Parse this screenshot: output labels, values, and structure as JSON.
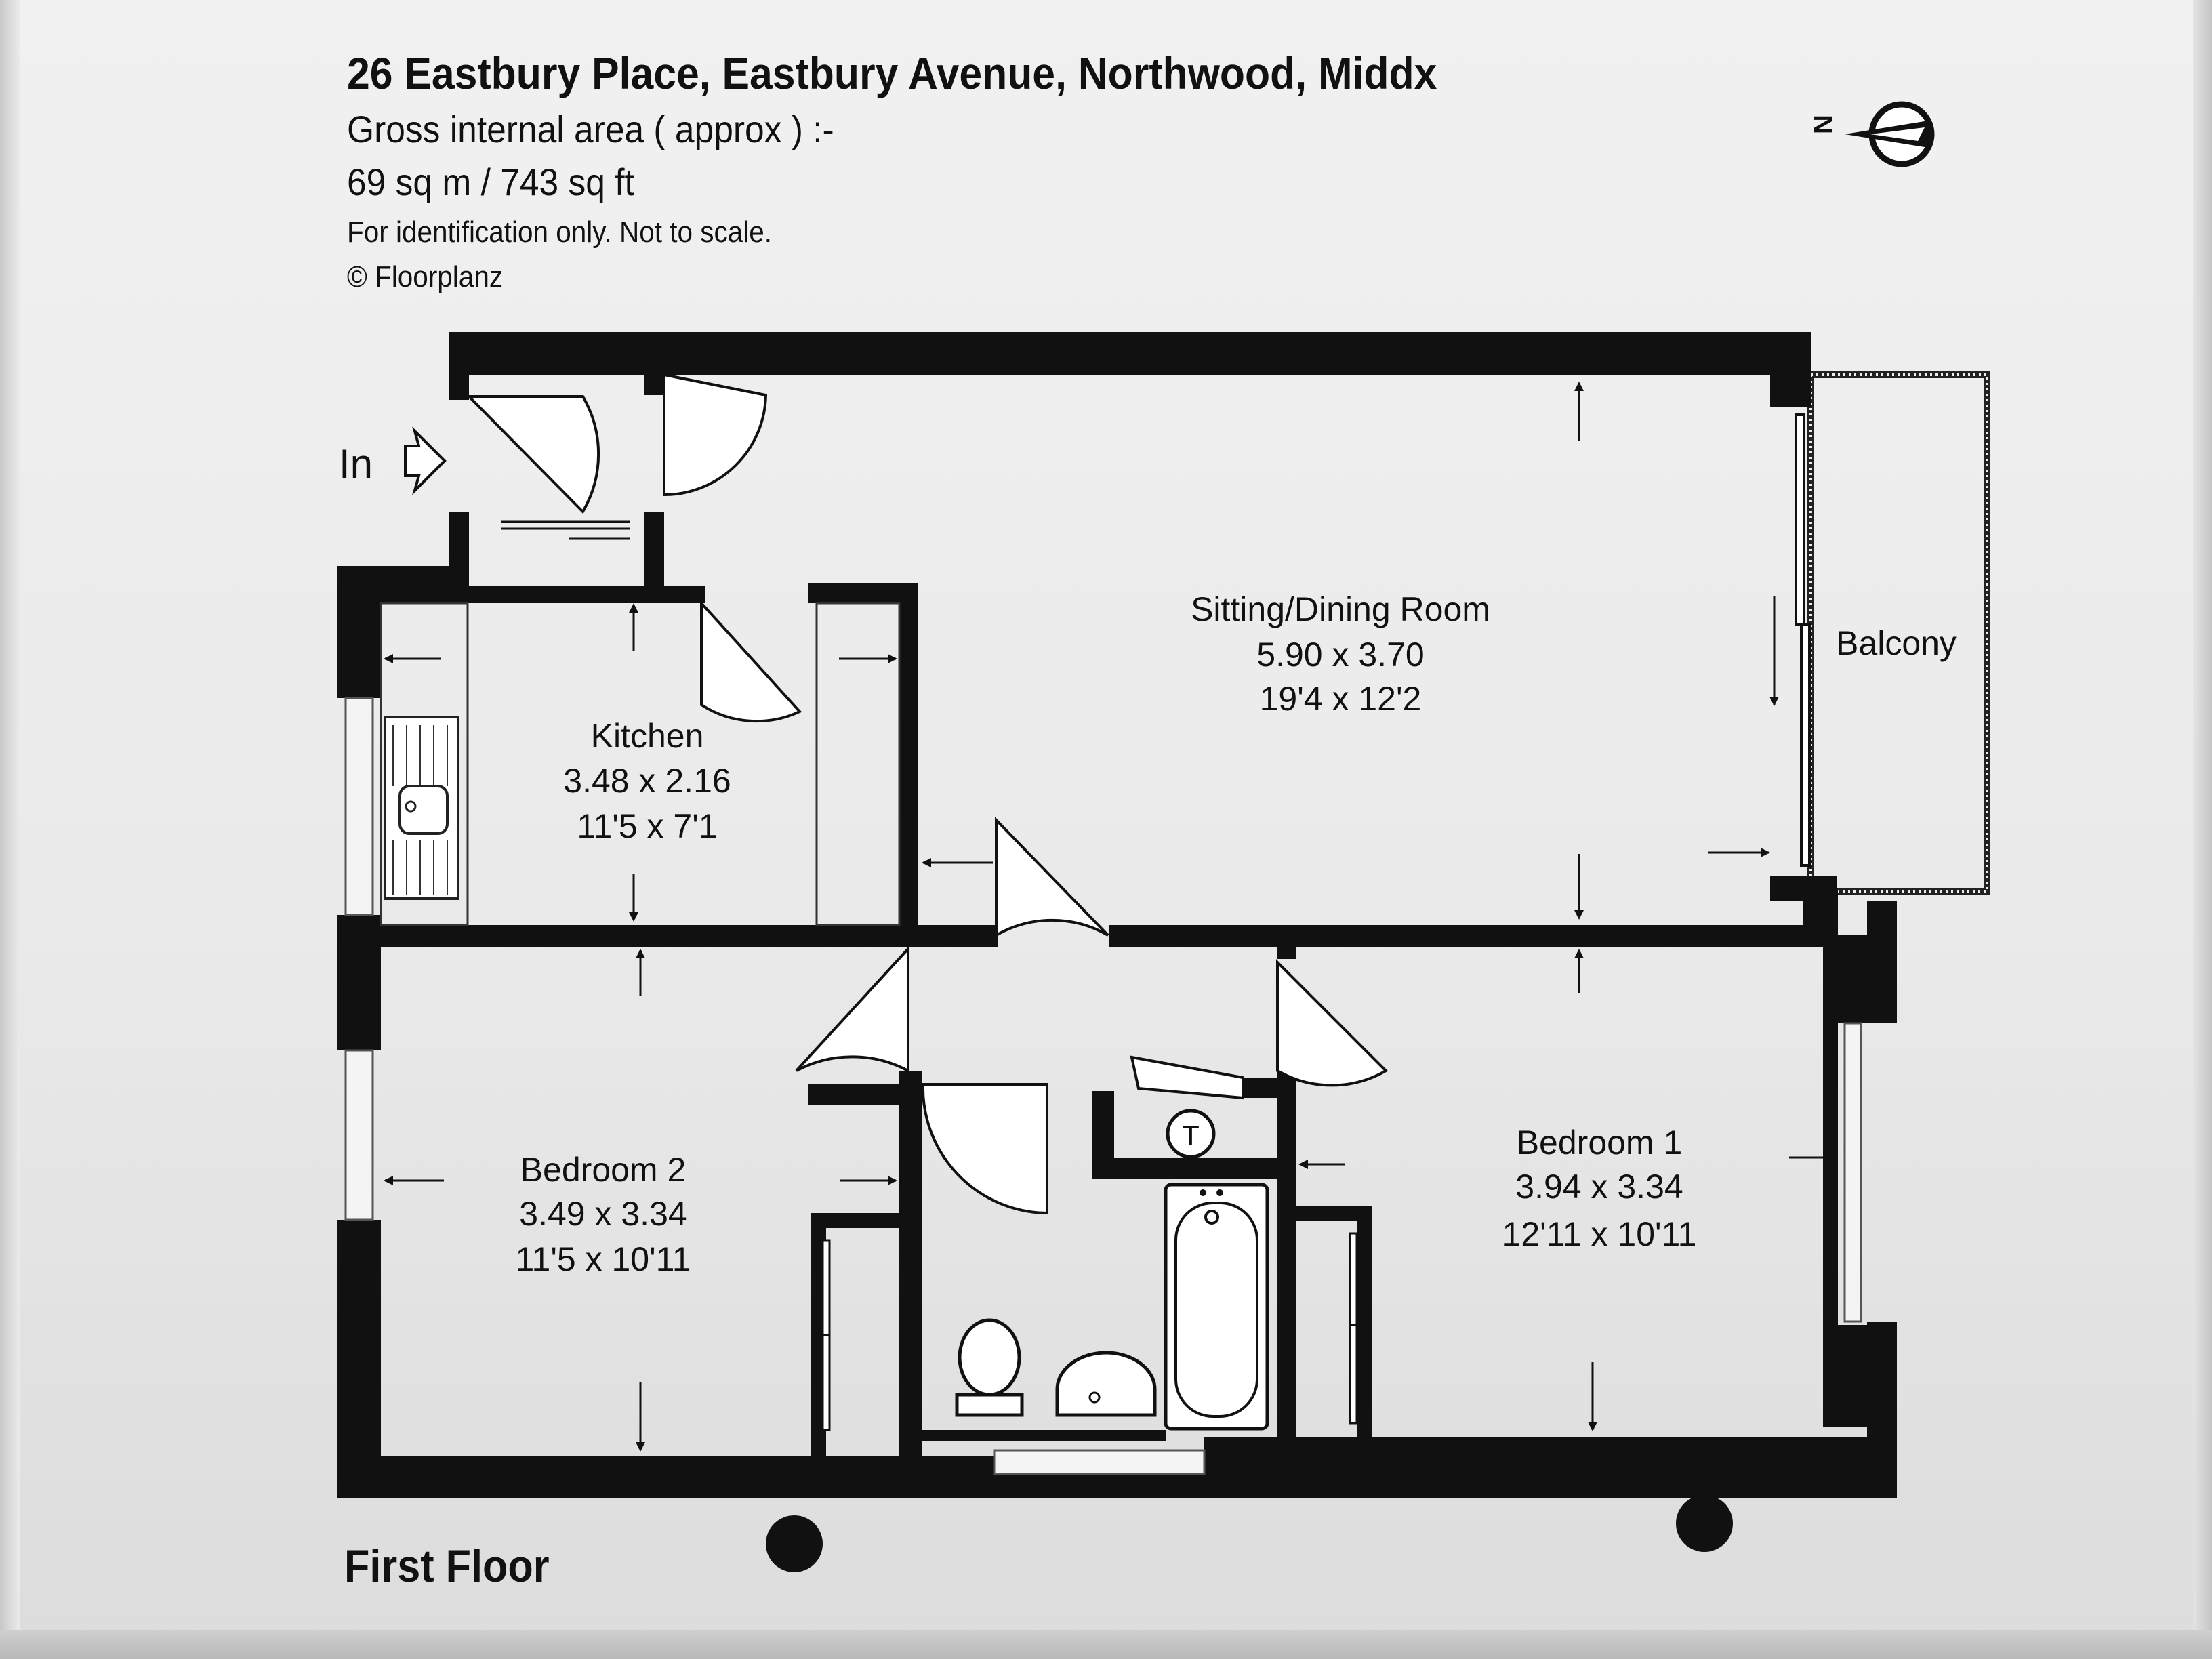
{
  "header": {
    "title": "26 Eastbury Place, Eastbury Avenue, Northwood, Middx",
    "gross_label": "Gross internal area ( approx ) :-",
    "area": "69 sq m  /  743 sq ft",
    "note": "For identification only. Not to scale.",
    "copyright": "©  Floorplanz"
  },
  "compass": {
    "letter": "N",
    "icon": "north-arrow-icon"
  },
  "entrance": {
    "label": "In",
    "icon": "entry-arrow-icon"
  },
  "rooms": {
    "sitting": {
      "name": "Sitting/Dining Room",
      "metric": "5.90 x 3.70",
      "imperial": "19'4 x 12'2"
    },
    "kitchen": {
      "name": "Kitchen",
      "metric": "3.48 x 2.16",
      "imperial": "11'5 x 7'1"
    },
    "bedroom2": {
      "name": "Bedroom 2",
      "metric": "3.49 x 3.34",
      "imperial": "11'5 x 10'11"
    },
    "bedroom1": {
      "name": "Bedroom 1",
      "metric": "3.94 x 3.34",
      "imperial": "12'11 x 10'11"
    },
    "balcony": {
      "name": "Balcony"
    }
  },
  "fixtures": {
    "tank_label": "T"
  },
  "floor_label": "First Floor",
  "colors": {
    "wall": "#111111",
    "paper": "#eeeeee"
  }
}
